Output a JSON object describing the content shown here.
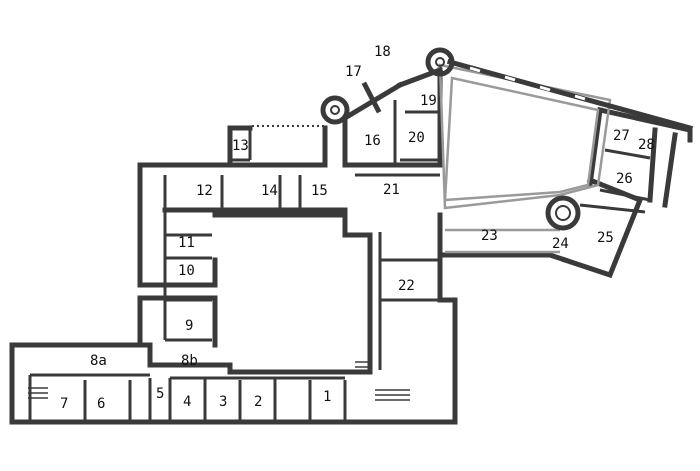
{
  "room_labels": {
    "r1": "1",
    "r2": "2",
    "r3": "3",
    "r4": "4",
    "r5": "5",
    "r6": "6",
    "r7": "7",
    "r8a": "8a",
    "r8b": "8b",
    "r9": "9",
    "r10": "10",
    "r11": "11",
    "r12": "12",
    "r13": "13",
    "r14": "14",
    "r15": "15",
    "r16": "16",
    "r17": "17",
    "r18": "18",
    "r19": "19",
    "r20": "20",
    "r21": "21",
    "r22": "22",
    "r23": "23",
    "r24": "24",
    "r25": "25",
    "r26": "26",
    "r27": "27",
    "r28": "28"
  },
  "colors": {
    "wall": "#3a3a3a",
    "courtyard": "#9a9a9a",
    "background": "#ffffff"
  }
}
